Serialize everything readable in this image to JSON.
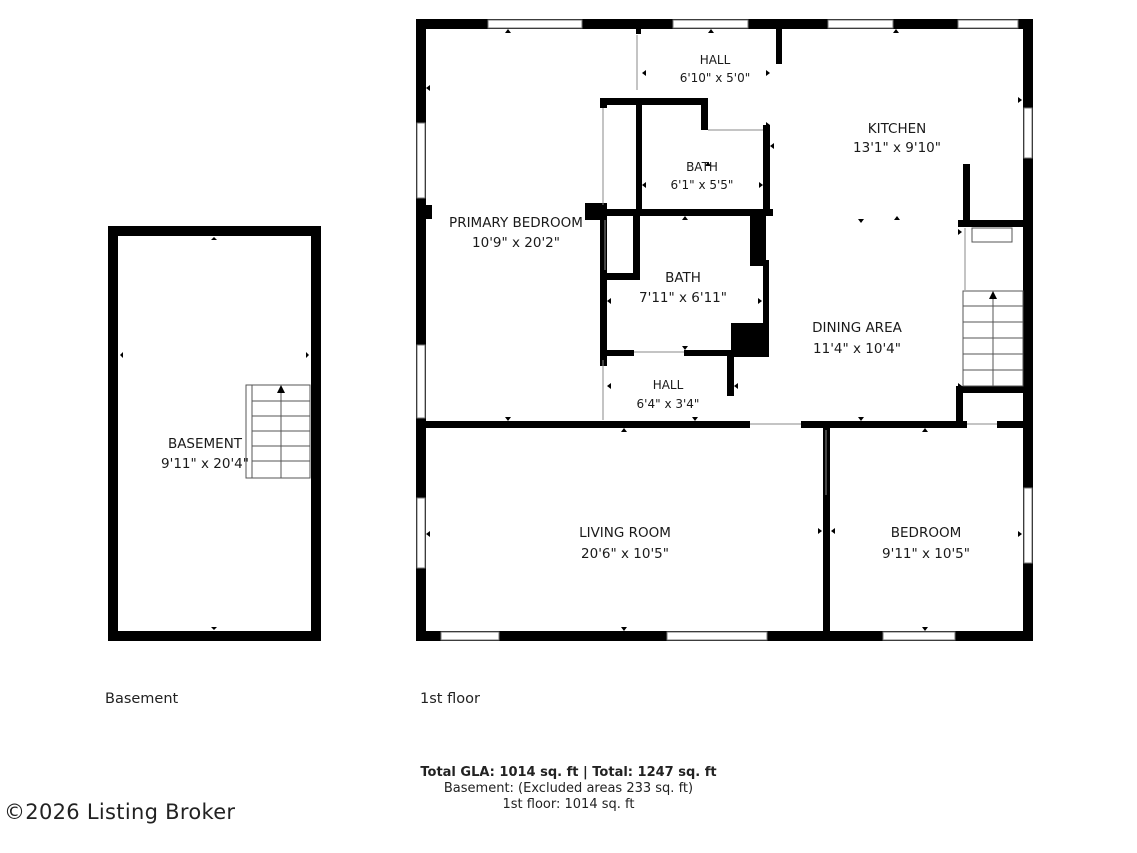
{
  "floors": {
    "basement": {
      "label": "Basement",
      "rooms": [
        {
          "name": "BASEMENT",
          "size": "9'11\" x 20'4\""
        }
      ]
    },
    "first": {
      "label": "1st floor",
      "rooms": [
        {
          "name": "HALL",
          "size": "6'10\" x 5'0\""
        },
        {
          "name": "KITCHEN",
          "size": "13'1\" x 9'10\""
        },
        {
          "name": "BATH",
          "size": "6'1\" x 5'5\""
        },
        {
          "name": "PRIMARY BEDROOM",
          "size": "10'9\" x 20'2\""
        },
        {
          "name": "BATH",
          "size": "7'11\" x 6'11\""
        },
        {
          "name": "DINING AREA",
          "size": "11'4\" x 10'4\""
        },
        {
          "name": "HALL",
          "size": "6'4\" x 3'4\""
        },
        {
          "name": "LIVING ROOM",
          "size": "20'6\" x 10'5\""
        },
        {
          "name": "BEDROOM",
          "size": "9'11\" x 10'5\""
        }
      ]
    }
  },
  "summary": {
    "total_line": "Total GLA: 1014 sq. ft | Total: 1247 sq. ft",
    "basement_line": "Basement: (Excluded areas 233 sq. ft)",
    "first_floor_line": "1st floor: 1014 sq. ft"
  },
  "watermark": "©2026 Listing Broker"
}
